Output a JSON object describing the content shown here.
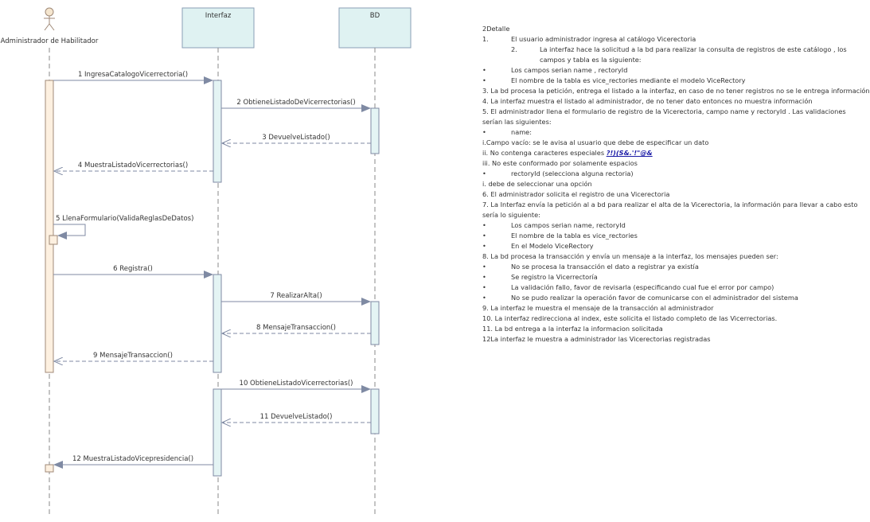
{
  "participants": {
    "actor": "Administrador de Habilitador",
    "interfaz": "Interfaz",
    "bd": "BD"
  },
  "messages": [
    "1 IngresaCatalogoVicerrectoria()",
    "2 ObtieneListadoDeVicerrectorias()",
    "3 DevuelveListado()",
    "4 MuestraListadoVicerrectorias()",
    "5 LlenaFormulario(ValidaReglasDeDatos)",
    "6 Registra()",
    "7 RealizarAlta()",
    "8 MensajeTransaccion()",
    "9 MensajeTransaccion()",
    "10 ObtieneListadoVicerrectorias()",
    "11 DevuelveListado()",
    "12 MuestraListadoVicepresidencia()"
  ],
  "detail": {
    "title": "2Detalle",
    "l1_num": "1.",
    "l1": "El usuario administrador ingresa al catálogo Vicerectoria",
    "l2_num": "2.",
    "l2": "La interfaz hace la solicitud a la bd para realizar la consulta de registros  de este catálogo , los campos y tabla es la siguiente:",
    "b": "•",
    "l3": "Los campos serian name , rectoryId",
    "l4": "El nombre de la tabla es vice_rectories mediante el modelo ViceRectory",
    "l5": "3. La bd procesa la petición, entrega el listado a la interfaz, en caso de no tener registros no se le entrega información",
    "l6": "4. La interfaz muestra el listado al administrador, de no tener dato entonces no muestra información",
    "l7": "5. El administrador llena el formulario de registro de la Vicerectoria, campo name y rectoryId . Las validaciones serían las siguientes:",
    "l8": "name:",
    "l9": "i.Campo vacío: se le avisa al usuario que debe de especificar un dato",
    "l10a": "ii. No contenga caracteres especiales  ",
    "l10b": "?!)(S&.'!\"@&",
    "l11": "iii. No este conformado por solamente espacios",
    "l12": "rectoryId (selecciona alguna rectoria)",
    "l13": "i. debe de seleccionar una opción",
    "l14": "6. El administrador solicita el registro de una Vicerectoria",
    "l15": "7. La Interfaz envía la petición al a bd para realizar el alta de la Vicerectoria, la información para llevar a cabo esto sería lo siguiente:",
    "l16": "Los campos serian name, rectoryId",
    "l17": "El nombre de la tabla es vice_rectories",
    "l18": "En el   Modelo ViceRectory",
    "l19": "8. La bd procesa la transacción y envía un mensaje a la interfaz, los mensajes pueden ser:",
    "l20": "No se procesa la transacción el dato a registrar ya existía",
    "l21": "Se registro la Vicerrectoría",
    "l22": "La validación fallo, favor de revisarla (especificando cual fue el error por campo)",
    "l23": "No se pudo realizar la operación favor de comunicarse con el administrador del sistema",
    "l24": "9. La interfaz le muestra el mensaje de la transacción al administrador",
    "l25": "10. La interfaz redirecciona al index, este solicita el listado completo de las Vicerrectorias.",
    "l26": "11. La bd  entrega a la interfaz la informacion solicitada",
    "l27": "12La interfaz le muestra a administrador las Vicerectorias registradas"
  },
  "colors": {
    "lifeline_box": "#dff2f2",
    "actor_activation": "#fdf0e0",
    "activation": "#e4f4f4",
    "border": "#7f8aa3",
    "actor_head": "#f5e6cf"
  }
}
